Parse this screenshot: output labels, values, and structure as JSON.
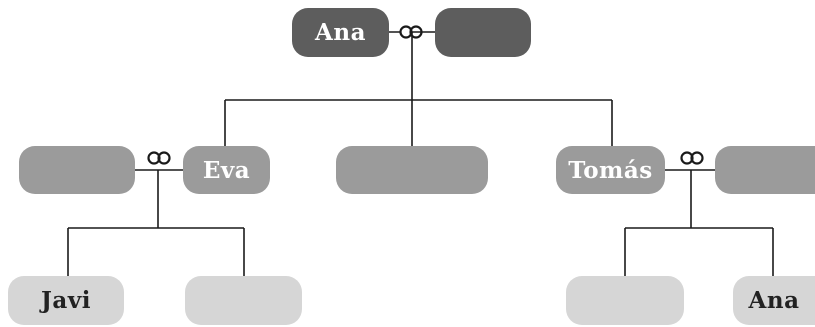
{
  "colors": {
    "generation_1": "#5d5d5d",
    "generation_2": "#9b9b9b",
    "generation_3": "#d6d6d6",
    "line": "#1a1a1a"
  },
  "icons": {
    "couple_link": "interlocked-rings-icon"
  },
  "generation_1": {
    "person": "Ana",
    "spouse": ""
  },
  "generation_2": {
    "left_spouse": "",
    "left_child": "Eva",
    "middle_child": "",
    "right_child": "Tomás",
    "right_spouse": ""
  },
  "generation_3": {
    "eva_child_1": "Javi",
    "eva_child_2": "",
    "tomas_child_1": "",
    "tomas_child_2": "Ana"
  }
}
